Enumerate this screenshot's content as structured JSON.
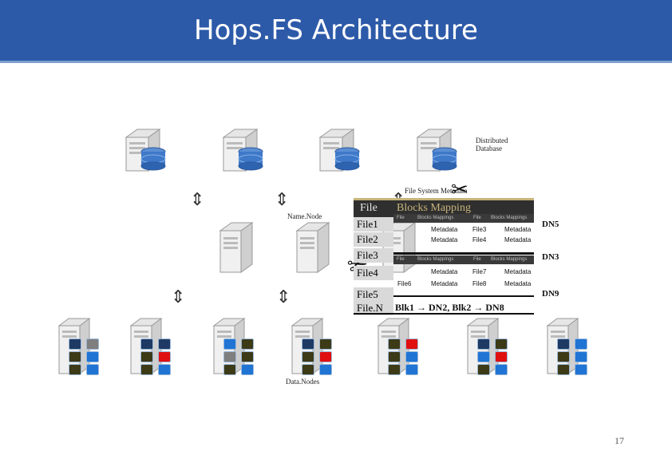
{
  "title": "Hops.FS Architecture",
  "labels": {
    "distributed_database_line1": "Distributed",
    "distributed_database_line2": "Database",
    "file_system_metadata": "File System Metadata",
    "name_node": "Name.Node",
    "data_nodes": "Data.Nodes"
  },
  "table": {
    "header_file": "File",
    "header_blocks": "Blocks Mapping",
    "files": [
      "File1",
      "File2",
      "File3",
      "File4",
      "File5",
      "File.N"
    ],
    "mapping_text": "Blk1 → DN2, Blk2 → DN8"
  },
  "shards": [
    {
      "dn": "DN5",
      "header": [
        "File",
        "Blocks Mappings",
        "File",
        "Blocks Mappings"
      ],
      "rows": [
        [
          "",
          "Metadata",
          "File3",
          "Metadata"
        ],
        [
          "",
          "Metadata",
          "File4",
          "Metadata"
        ]
      ]
    },
    {
      "dn": "DN3",
      "header": [
        "File",
        "Blocks Mappings",
        "File",
        "Blocks Mappings"
      ],
      "rows": [
        [
          "",
          "Metadata",
          "File7",
          "Metadata"
        ],
        [
          "File6",
          "Metadata",
          "File8",
          "Metadata"
        ]
      ]
    },
    {
      "dn": "DN9"
    }
  ],
  "colors": {
    "header_bg": "#2d5aa8",
    "block_blue": "#1f74d4",
    "block_navy": "#1e3a64",
    "block_olive": "#3d3a18",
    "block_gray": "#7f7f7f",
    "block_red": "#e01010"
  },
  "page_number": "17"
}
